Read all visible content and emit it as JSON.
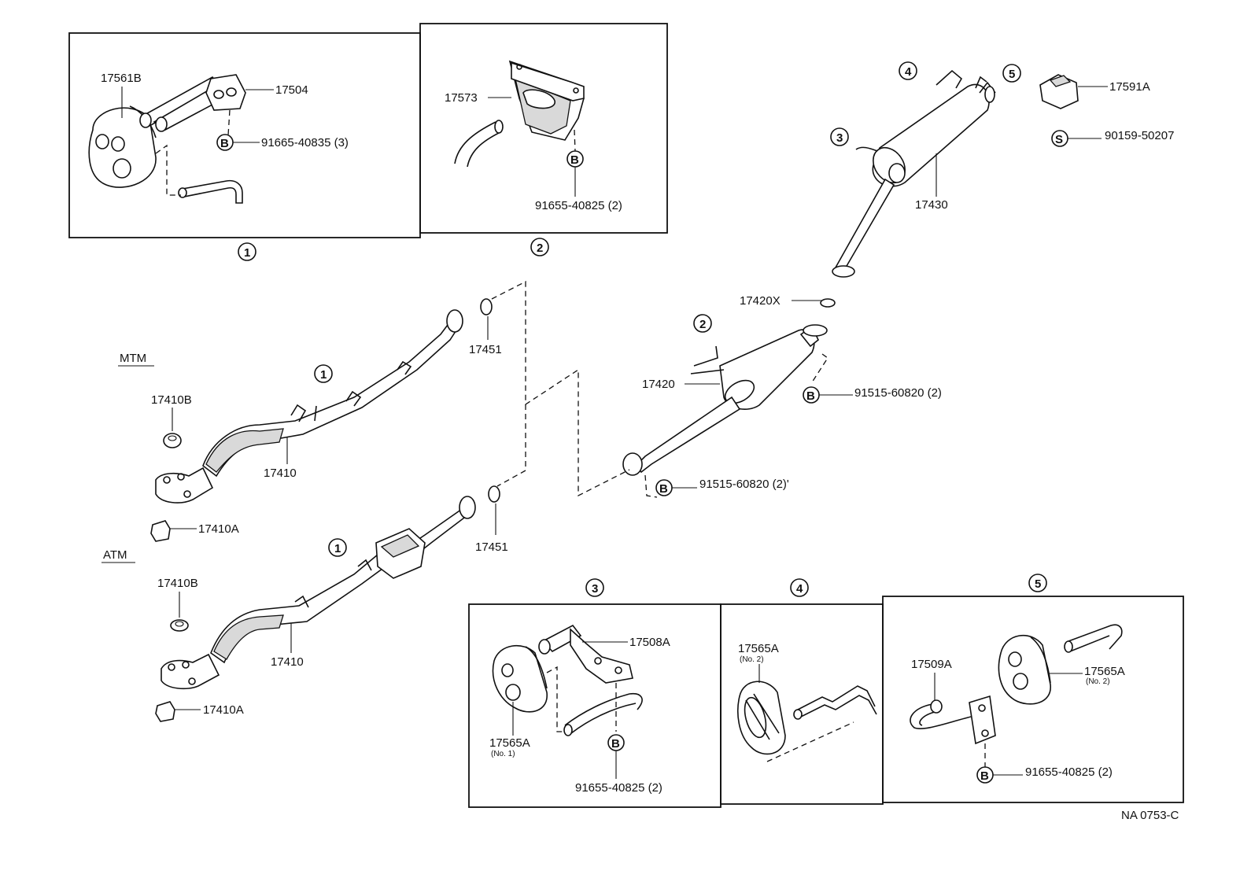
{
  "diagram_id": "NA 0753-C",
  "callout_letters": {
    "bolt": "B",
    "screw": "S"
  },
  "inset_1": {
    "number": "1",
    "parts": [
      "17561B",
      "17504"
    ],
    "bolt": "91665-40835 (3)"
  },
  "inset_2": {
    "number": "2",
    "parts": [
      "17573"
    ],
    "bolt": "91655-40825 (2)"
  },
  "inset_3": {
    "number": "3",
    "parts": [
      "17508A",
      "17565A"
    ],
    "sub": "(No. 1)",
    "bolt": "91655-40825 (2)"
  },
  "inset_4": {
    "number": "4",
    "parts": [
      "17565A"
    ],
    "sub": "(No. 2)"
  },
  "inset_5": {
    "number": "5",
    "parts": [
      "17509A",
      "17565A"
    ],
    "sub": "(No. 2)",
    "bolt": "91655-40825 (2)"
  },
  "main": {
    "mtm_label": "MTM",
    "atm_label": "ATM",
    "front_pipe": "17410",
    "grommet_b": "17410B",
    "grommet_a": "17410A",
    "gasket": "17451",
    "center_pipe": "17420",
    "center_gasket": "17420X",
    "bolt_upper": "91515-60820 (2)",
    "bolt_lower": "91515-60820 (2)'",
    "tail_pipe": "17430",
    "cushion": "17591A",
    "screw": "90159-50207",
    "refs": [
      "1",
      "2",
      "3",
      "4",
      "5"
    ]
  }
}
